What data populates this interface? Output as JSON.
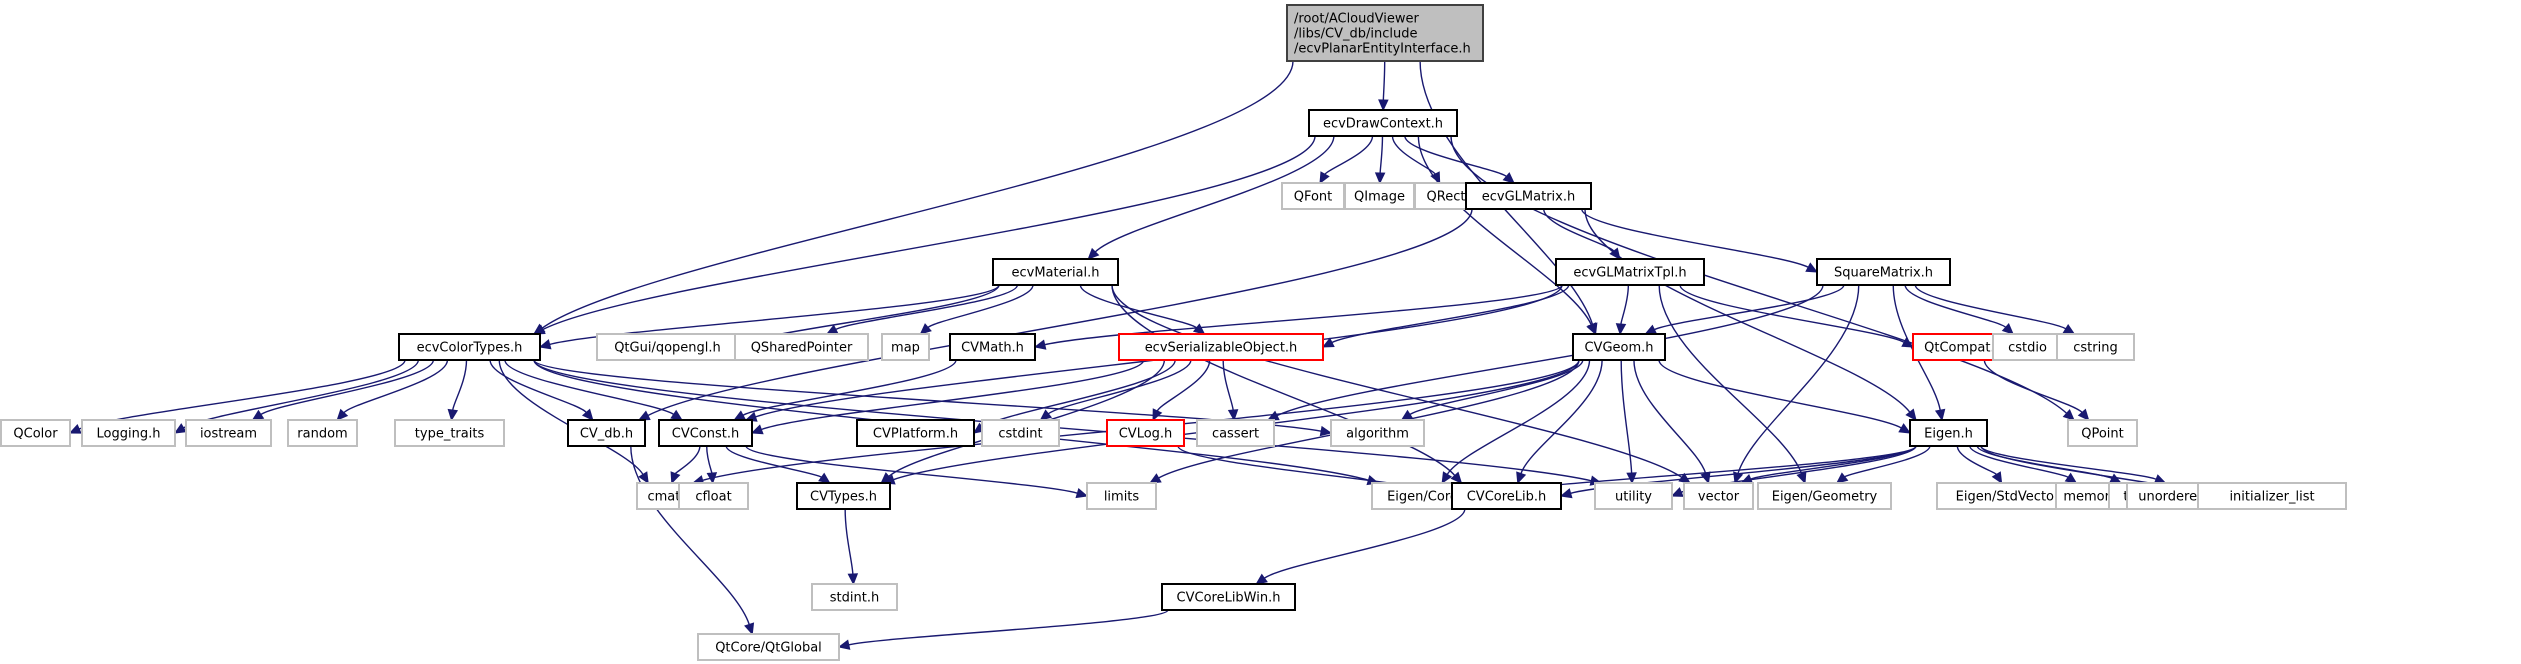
{
  "title": "Include dependency graph for ecvPlanarEntityInterface.h",
  "colors": {
    "edge": "#191970",
    "root_fill": "#bfbfbf",
    "documented_border": "#000000",
    "external_border": "#bfbfbf",
    "missing_border": "#ff0000"
  },
  "nodes": [
    {
      "id": "root",
      "kind": "root",
      "lines": [
        "/root/ACloudViewer",
        "/libs/CV_db/include",
        "/ecvPlanarEntityInterface.h"
      ]
    },
    {
      "id": "ecvDrawContext",
      "kind": "doc",
      "lines": [
        "ecvDrawContext.h"
      ]
    },
    {
      "id": "QFont",
      "kind": "ext",
      "lines": [
        "QFont"
      ]
    },
    {
      "id": "QImage",
      "kind": "ext",
      "lines": [
        "QImage"
      ]
    },
    {
      "id": "QRect",
      "kind": "ext",
      "lines": [
        "QRect"
      ]
    },
    {
      "id": "ecvGLMatrix",
      "kind": "doc",
      "lines": [
        "ecvGLMatrix.h"
      ]
    },
    {
      "id": "ecvMaterial",
      "kind": "doc",
      "lines": [
        "ecvMaterial.h"
      ]
    },
    {
      "id": "ecvGLMatrixTpl",
      "kind": "doc",
      "lines": [
        "ecvGLMatrixTpl.h"
      ]
    },
    {
      "id": "SquareMatrix",
      "kind": "doc",
      "lines": [
        "SquareMatrix.h"
      ]
    },
    {
      "id": "ecvColorTypes",
      "kind": "doc",
      "lines": [
        "ecvColorTypes.h"
      ]
    },
    {
      "id": "qopengl",
      "kind": "ext",
      "lines": [
        "QtGui/qopengl.h"
      ]
    },
    {
      "id": "QSharedPointer",
      "kind": "ext",
      "lines": [
        "QSharedPointer"
      ]
    },
    {
      "id": "map",
      "kind": "ext",
      "lines": [
        "map"
      ]
    },
    {
      "id": "CVMath",
      "kind": "doc",
      "lines": [
        "CVMath.h"
      ]
    },
    {
      "id": "ecvSerializableObject",
      "kind": "red",
      "lines": [
        "ecvSerializableObject.h"
      ]
    },
    {
      "id": "CVGeom",
      "kind": "doc",
      "lines": [
        "CVGeom.h"
      ]
    },
    {
      "id": "QtCompat",
      "kind": "red",
      "lines": [
        "QtCompat.h"
      ]
    },
    {
      "id": "cstdio",
      "kind": "ext",
      "lines": [
        "cstdio"
      ]
    },
    {
      "id": "cstring",
      "kind": "ext",
      "lines": [
        "cstring"
      ]
    },
    {
      "id": "QColor",
      "kind": "ext",
      "lines": [
        "QColor"
      ]
    },
    {
      "id": "Logging",
      "kind": "ext",
      "lines": [
        "Logging.h"
      ]
    },
    {
      "id": "iostream",
      "kind": "ext",
      "lines": [
        "iostream"
      ]
    },
    {
      "id": "random",
      "kind": "ext",
      "lines": [
        "random"
      ]
    },
    {
      "id": "type_traits",
      "kind": "ext",
      "lines": [
        "type_traits"
      ]
    },
    {
      "id": "CV_db",
      "kind": "doc",
      "lines": [
        "CV_db.h"
      ]
    },
    {
      "id": "CVConst",
      "kind": "doc",
      "lines": [
        "CVConst.h"
      ]
    },
    {
      "id": "CVPlatform",
      "kind": "doc",
      "lines": [
        "CVPlatform.h"
      ]
    },
    {
      "id": "cstdint",
      "kind": "ext",
      "lines": [
        "cstdint"
      ]
    },
    {
      "id": "CVLog",
      "kind": "red",
      "lines": [
        "CVLog.h"
      ]
    },
    {
      "id": "cassert",
      "kind": "ext",
      "lines": [
        "cassert"
      ]
    },
    {
      "id": "algorithm",
      "kind": "ext",
      "lines": [
        "algorithm"
      ]
    },
    {
      "id": "Eigen",
      "kind": "doc",
      "lines": [
        "Eigen.h"
      ]
    },
    {
      "id": "QPoint",
      "kind": "ext",
      "lines": [
        "QPoint"
      ]
    },
    {
      "id": "cmath",
      "kind": "ext",
      "lines": [
        "cmath"
      ]
    },
    {
      "id": "cfloat",
      "kind": "ext",
      "lines": [
        "cfloat"
      ]
    },
    {
      "id": "CVTypes",
      "kind": "doc",
      "lines": [
        "CVTypes.h"
      ]
    },
    {
      "id": "limits",
      "kind": "ext",
      "lines": [
        "limits"
      ]
    },
    {
      "id": "EigenCore",
      "kind": "ext",
      "lines": [
        "Eigen/Core"
      ]
    },
    {
      "id": "CVCoreLib",
      "kind": "doc",
      "lines": [
        "CVCoreLib.h"
      ]
    },
    {
      "id": "utility",
      "kind": "ext",
      "lines": [
        "utility"
      ]
    },
    {
      "id": "vector",
      "kind": "ext",
      "lines": [
        "vector"
      ]
    },
    {
      "id": "EigenGeometry",
      "kind": "ext",
      "lines": [
        "Eigen/Geometry"
      ]
    },
    {
      "id": "EigenStdVector",
      "kind": "ext",
      "lines": [
        "Eigen/StdVector"
      ]
    },
    {
      "id": "memory",
      "kind": "ext",
      "lines": [
        "memory"
      ]
    },
    {
      "id": "tuple",
      "kind": "ext",
      "lines": [
        "tuple"
      ]
    },
    {
      "id": "unordered_map",
      "kind": "ext",
      "lines": [
        "unordered_map"
      ]
    },
    {
      "id": "initializer_list",
      "kind": "ext",
      "lines": [
        "initializer_list"
      ]
    },
    {
      "id": "stdint",
      "kind": "ext",
      "lines": [
        "stdint.h"
      ]
    },
    {
      "id": "CVCoreLibWin",
      "kind": "doc",
      "lines": [
        "CVCoreLibWin.h"
      ]
    },
    {
      "id": "QtGlobal",
      "kind": "ext",
      "lines": [
        "QtCore/QtGlobal"
      ]
    }
  ],
  "edges": [
    [
      "root",
      "ecvDrawContext"
    ],
    [
      "root",
      "ecvColorTypes"
    ],
    [
      "root",
      "CVGeom"
    ],
    [
      "ecvDrawContext",
      "QFont"
    ],
    [
      "ecvDrawContext",
      "QImage"
    ],
    [
      "ecvDrawContext",
      "QRect"
    ],
    [
      "ecvDrawContext",
      "ecvGLMatrix"
    ],
    [
      "ecvDrawContext",
      "ecvMaterial"
    ],
    [
      "ecvDrawContext",
      "ecvColorTypes"
    ],
    [
      "ecvDrawContext",
      "CVGeom"
    ],
    [
      "ecvDrawContext",
      "QPoint"
    ],
    [
      "ecvGLMatrix",
      "ecvGLMatrixTpl"
    ],
    [
      "ecvGLMatrix",
      "SquareMatrix"
    ],
    [
      "ecvGLMatrix",
      "CV_db"
    ],
    [
      "ecvGLMatrix",
      "Eigen"
    ],
    [
      "ecvGLMatrixTpl",
      "CVGeom"
    ],
    [
      "ecvGLMatrixTpl",
      "CVMath"
    ],
    [
      "ecvGLMatrixTpl",
      "ecvSerializableObject"
    ],
    [
      "ecvGLMatrixTpl",
      "QtCompat"
    ],
    [
      "ecvGLMatrixTpl",
      "EigenGeometry"
    ],
    [
      "ecvGLMatrixTpl",
      "CVConst"
    ],
    [
      "SquareMatrix",
      "CVGeom"
    ],
    [
      "SquareMatrix",
      "cstdio"
    ],
    [
      "SquareMatrix",
      "cstring"
    ],
    [
      "SquareMatrix",
      "vector"
    ],
    [
      "SquareMatrix",
      "cassert"
    ],
    [
      "SquareMatrix",
      "Eigen"
    ],
    [
      "ecvMaterial",
      "ecvColorTypes"
    ],
    [
      "ecvMaterial",
      "qopengl"
    ],
    [
      "ecvMaterial",
      "QSharedPointer"
    ],
    [
      "ecvMaterial",
      "map"
    ],
    [
      "ecvMaterial",
      "ecvSerializableObject"
    ],
    [
      "ecvMaterial",
      "vector"
    ],
    [
      "ecvMaterial",
      "CVCoreLib"
    ],
    [
      "ecvColorTypes",
      "QColor"
    ],
    [
      "ecvColorTypes",
      "Logging"
    ],
    [
      "ecvColorTypes",
      "iostream"
    ],
    [
      "ecvColorTypes",
      "random"
    ],
    [
      "ecvColorTypes",
      "type_traits"
    ],
    [
      "ecvColorTypes",
      "CV_db"
    ],
    [
      "ecvColorTypes",
      "CVConst"
    ],
    [
      "ecvColorTypes",
      "cmath"
    ],
    [
      "ecvColorTypes",
      "algorithm"
    ],
    [
      "ecvColorTypes",
      "EigenCore"
    ],
    [
      "ecvColorTypes",
      "utility"
    ],
    [
      "CVMath",
      "CVConst"
    ],
    [
      "ecvSerializableObject",
      "CVLog"
    ],
    [
      "ecvSerializableObject",
      "cassert"
    ],
    [
      "ecvSerializableObject",
      "CVPlatform"
    ],
    [
      "ecvSerializableObject",
      "cstdint"
    ],
    [
      "ecvSerializableObject",
      "CVTypes"
    ],
    [
      "ecvSerializableObject",
      "CVConst"
    ],
    [
      "CVLog",
      "CVCoreLib"
    ],
    [
      "CVGeom",
      "Eigen"
    ],
    [
      "CVGeom",
      "algorithm"
    ],
    [
      "CVGeom",
      "CVTypes"
    ],
    [
      "CVGeom",
      "cmath"
    ],
    [
      "CVGeom",
      "limits"
    ],
    [
      "CVGeom",
      "CVCoreLib"
    ],
    [
      "CVGeom",
      "EigenCore"
    ],
    [
      "CVGeom",
      "utility"
    ],
    [
      "CVGeom",
      "vector"
    ],
    [
      "QtCompat",
      "QPoint"
    ],
    [
      "Eigen",
      "EigenCore"
    ],
    [
      "Eigen",
      "CVCoreLib"
    ],
    [
      "Eigen",
      "utility"
    ],
    [
      "Eigen",
      "vector"
    ],
    [
      "Eigen",
      "EigenGeometry"
    ],
    [
      "Eigen",
      "EigenStdVector"
    ],
    [
      "Eigen",
      "memory"
    ],
    [
      "Eigen",
      "tuple"
    ],
    [
      "Eigen",
      "unordered_map"
    ],
    [
      "Eigen",
      "initializer_list"
    ],
    [
      "CVConst",
      "cmath"
    ],
    [
      "CVConst",
      "cfloat"
    ],
    [
      "CVConst",
      "CVTypes"
    ],
    [
      "CVConst",
      "limits"
    ],
    [
      "CVTypes",
      "stdint"
    ],
    [
      "CV_db",
      "QtGlobal"
    ],
    [
      "CVCoreLib",
      "CVCoreLibWin"
    ],
    [
      "CVCoreLibWin",
      "QtGlobal"
    ]
  ]
}
